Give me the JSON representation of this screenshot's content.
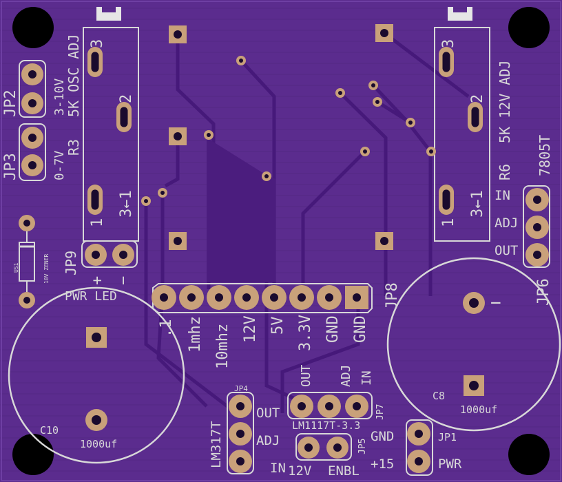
{
  "board": {
    "colors": {
      "substrate": "#5b2c8e",
      "trace": "#4a1f7c",
      "copper": "#c9a17a",
      "silkscreen": "#d8d8d8",
      "hole": "#000000"
    }
  },
  "labels": {
    "jp2": "JP2",
    "jp3": "JP3",
    "jp2_range": "3-10V",
    "jp3_range": "0-7V",
    "r3": "R3",
    "r3_value": "5K OSC ADJ",
    "r6": "R6",
    "r6_value": "5K 12V ADJ",
    "reg_7805": "7805T",
    "pin3_a": "3",
    "pin2_a": "2",
    "pin1_a": "1",
    "arrow_a": "3←1",
    "pin3_b": "3",
    "pin2_b": "2",
    "pin1_b": "1",
    "arrow_b": "3←1",
    "jp9": "JP9",
    "plus": "+",
    "minus": "−",
    "pwr_led": "PWR LED",
    "us1": "US1",
    "zener": "10V ZENER",
    "jp8": "JP8",
    "jp6": "JP6",
    "in": "IN",
    "adj": "ADJ",
    "out": "OUT",
    "hdr_01": ".1",
    "hdr_1mhz": "1mhz",
    "hdr_10mhz": "10mhz",
    "hdr_12v": "12V",
    "hdr_5v": "5V",
    "hdr_33v": "3.3V",
    "hdr_gnd1": "GND",
    "hdr_gnd2": "GND",
    "c10": "C10",
    "c10_value": "1000uf",
    "c8": "C8",
    "c8_value": "1000uf",
    "c8_minus": "−",
    "jp4": "JP4",
    "lm317": "LM317T",
    "jp4_out": "OUT",
    "jp4_adj": "ADJ",
    "jp4_in": "IN",
    "lm1117": "LM1117T-3.3",
    "jp7": "JP7",
    "lm_out": "OUT",
    "lm_adj": "ADJ",
    "lm_in": "IN",
    "jp5": "JP5",
    "jp5_12v": "12V",
    "jp5_enbl": "ENBL",
    "jp1": "JP1",
    "gnd": "GND",
    "plus15": "+15",
    "pwr": "PWR"
  }
}
